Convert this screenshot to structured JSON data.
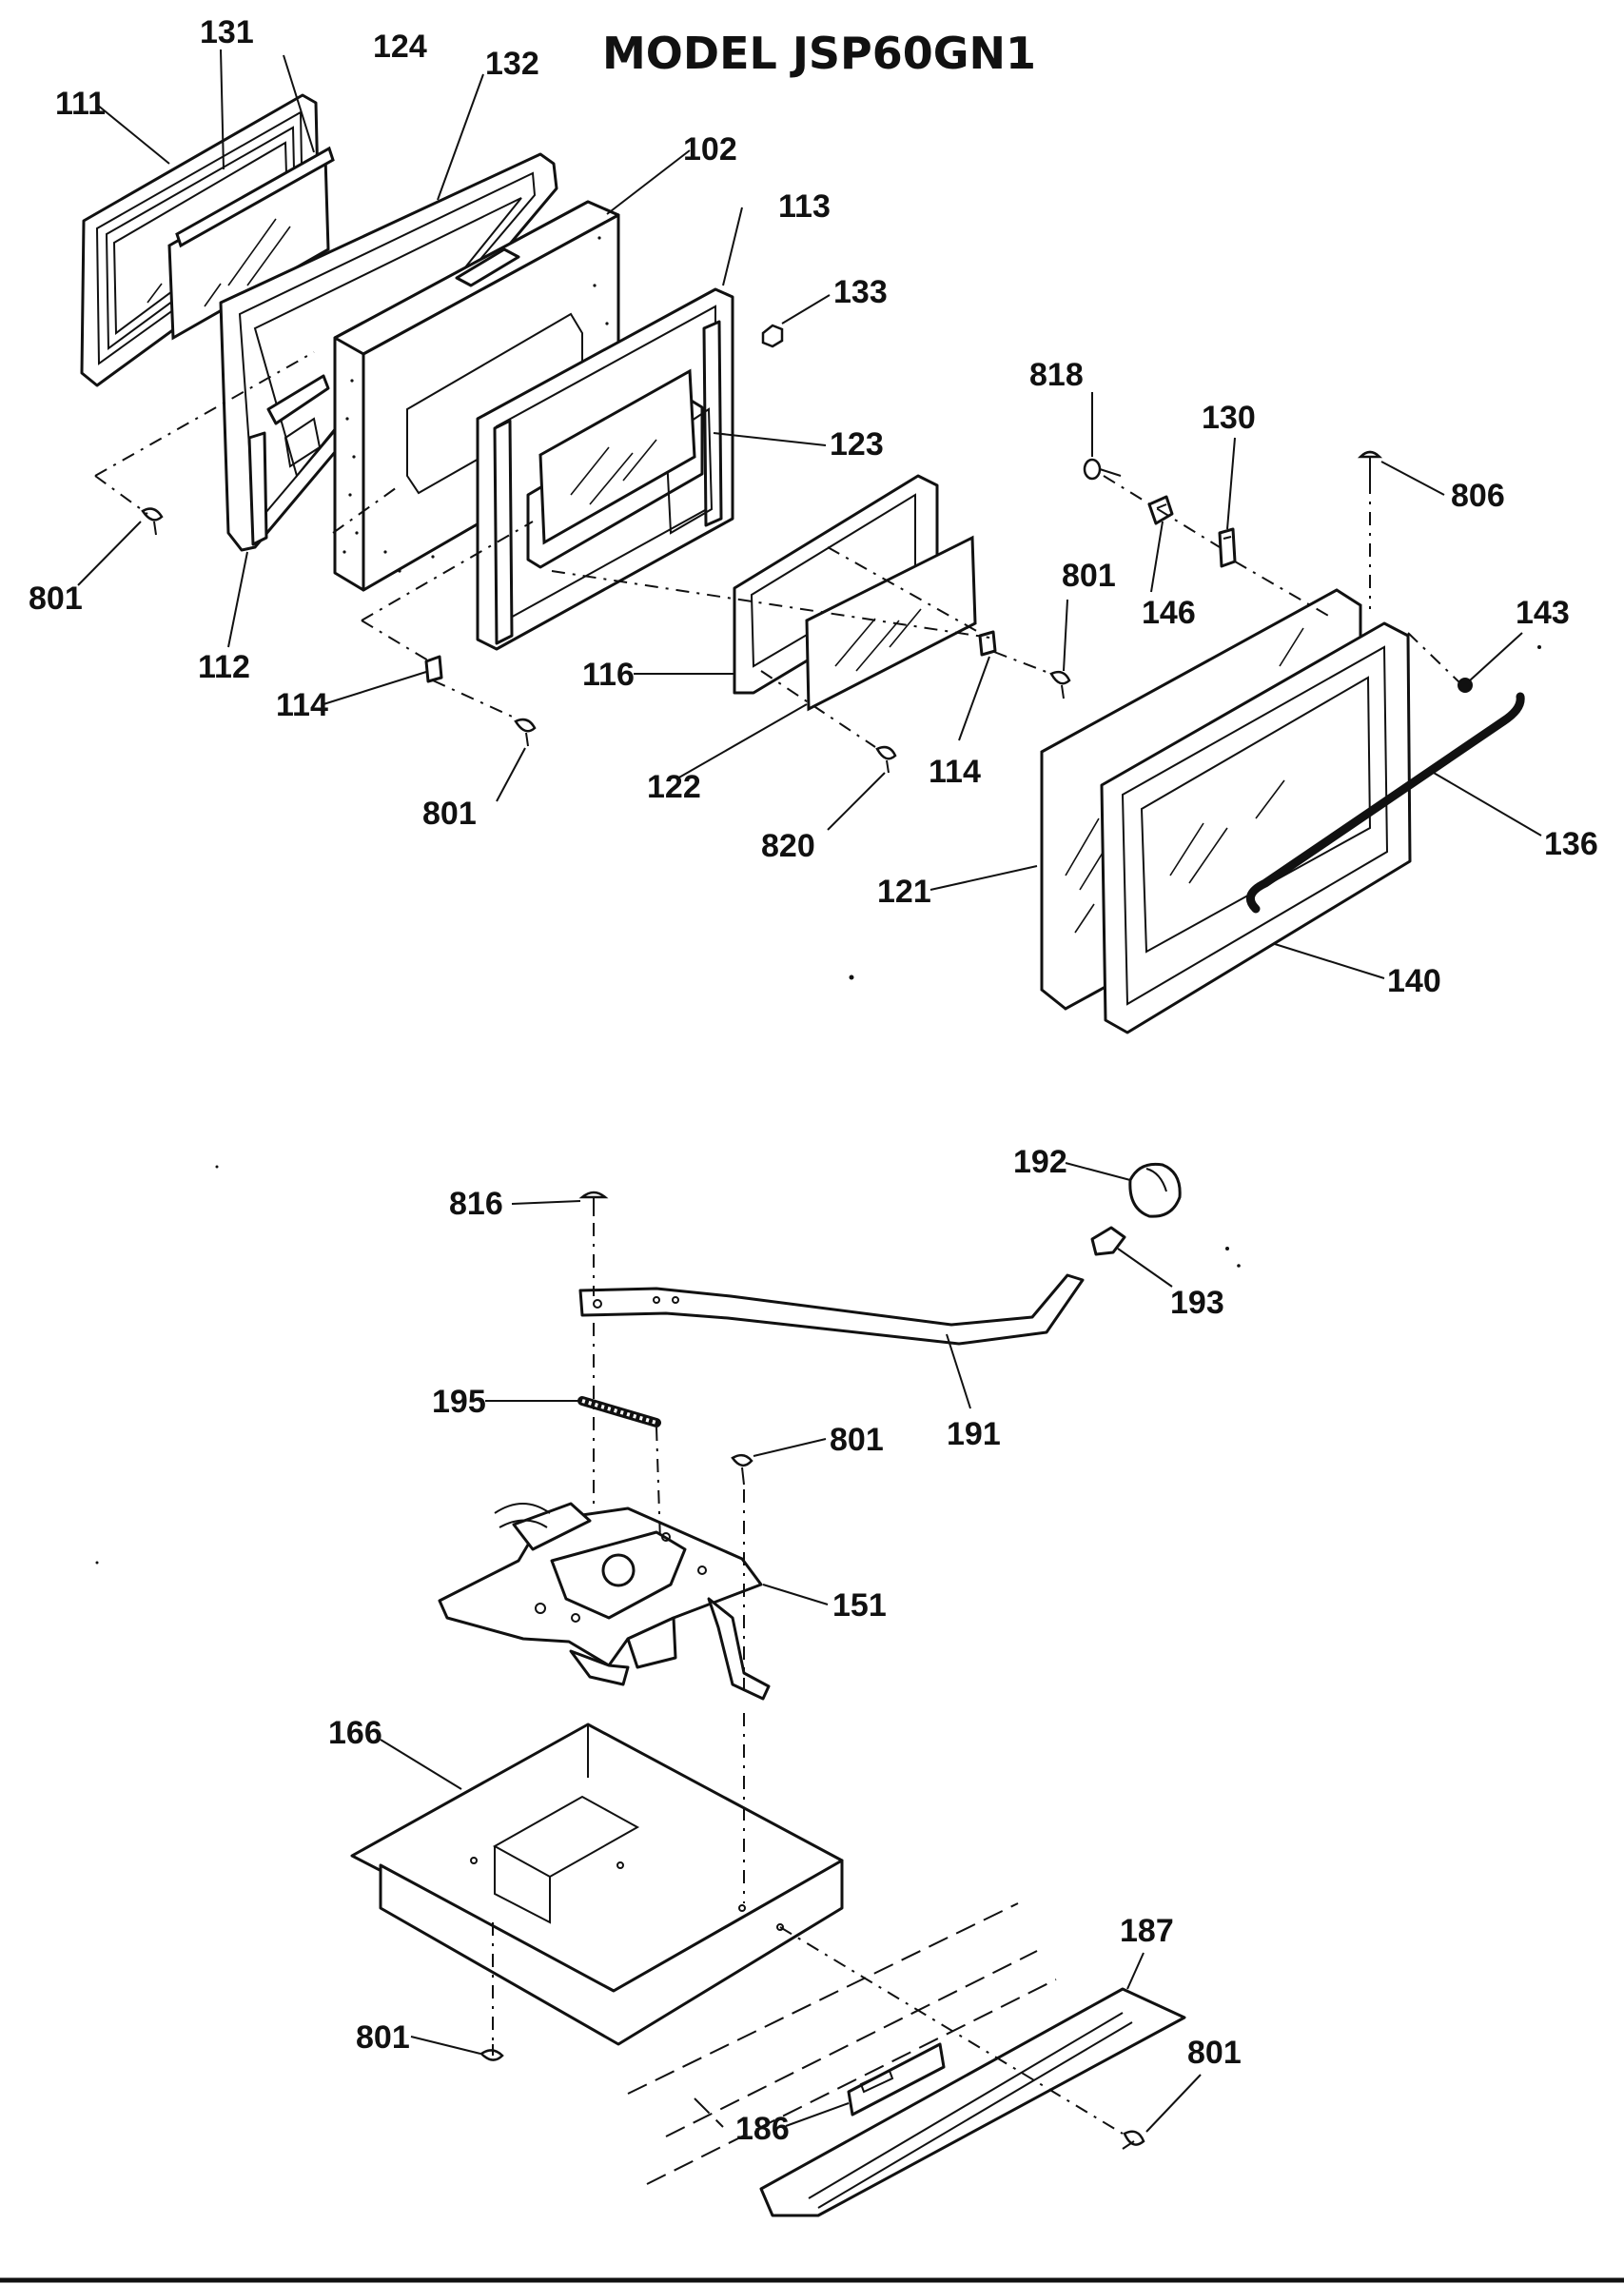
{
  "title": "MODEL JSP60GN1",
  "callouts": {
    "c131": "131",
    "c124": "124",
    "c132": "132",
    "c111": "111",
    "c102": "102",
    "c113": "113",
    "c133": "133",
    "c123": "123",
    "c818": "818",
    "c130": "130",
    "c806": "806",
    "c801a": "801",
    "c112": "112",
    "c146": "146",
    "c801b": "801",
    "c143": "143",
    "c114a": "114",
    "c116": "116",
    "c801c": "801",
    "c122": "122",
    "c114b": "114",
    "c820": "820",
    "c136": "136",
    "c121": "121",
    "c140": "140",
    "c192": "192",
    "c816": "816",
    "c193": "193",
    "c191": "191",
    "c195": "195",
    "c801d": "801",
    "c151": "151",
    "c166": "166",
    "c187": "187",
    "c801e": "801",
    "c801f": "801",
    "c186": "186"
  }
}
